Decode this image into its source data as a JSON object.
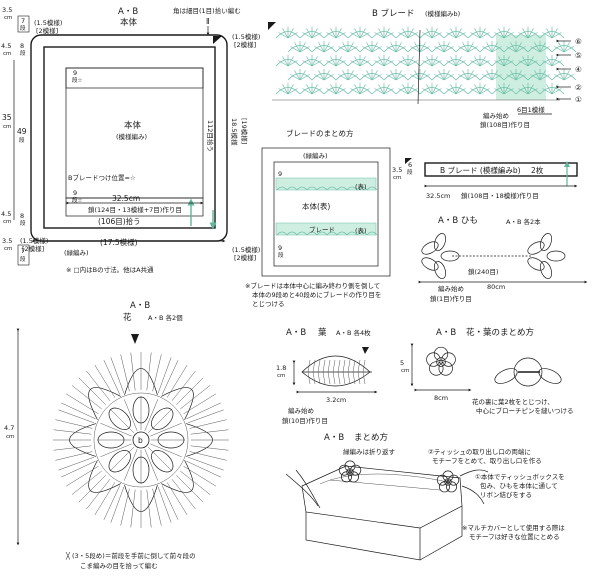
{
  "panel": {
    "title": "A・B",
    "subtitle": "本体",
    "corner_note": "角は細目(1目)拾い編む",
    "corner_mark": "Ⅱ",
    "dim_35": "3.5",
    "dim_35_unit": "cm",
    "dim_45": "4.5",
    "dim_45_unit": "cm",
    "dim_35b": "35",
    "dim_35b_unit": "cm",
    "rows_7": "7",
    "rows_7b": "段",
    "rows_8": "8",
    "rows_8b": "段",
    "rows_49": "49",
    "rows_49b": "段",
    "rows_9": "9",
    "rows_9b": "段",
    "rows_9star": "段☆",
    "pat_15": "(1.5模様)",
    "pat_2": "[2模様]",
    "body_label": "本体",
    "body_pattern": "(模様編み)",
    "braid_pos": "Bブレードつけ位置=☆",
    "width": "32.5cm",
    "chain": "鎖(124目・13模様+7目)作り目",
    "pick106": "(106目)拾う",
    "pick175": "(17.5模様)",
    "pick112": "112目拾う",
    "pat_185": "18.5模様",
    "pat_19": "[19模様]",
    "edge": "(緑編み)",
    "legend": "※ □内はBの寸法。他はA共通"
  },
  "braid": {
    "title": "B ブレード",
    "pattern": "(模様編みb)",
    "rows": [
      "⑥",
      "⑤",
      "④",
      "②",
      "①"
    ],
    "start": "6目1模様",
    "start2": "編み始め",
    "chain": "鎖(108目)作り目"
  },
  "assembly": {
    "title": "ブレードのまとめ方",
    "edge": "(緑編み)",
    "rows_9": "9",
    "rows_9b": "段",
    "front": "(表)",
    "body_front": "本体(表)",
    "braid": "ブレード",
    "note1": "※ブレードは本体中心に編み終わり側を倒して",
    "note2": "本体の9段めと40段めにブレードの作り目を",
    "note3": "とじつける"
  },
  "strip": {
    "dim": "3.5",
    "dim_unit": "cm",
    "rows": "6",
    "rows_b": "段",
    "label": "B ブレード (模様編みb)",
    "count": "2枚",
    "length": "32.5cm",
    "chain": "鎖(108目・18模様)作り目"
  },
  "cord": {
    "title": "A・B ひも",
    "count": "A・B 各2本",
    "chain": "鎖(240目)",
    "start": "編み始め",
    "start_chain": "鎖(1目)作り目",
    "length": "80cm"
  },
  "flower": {
    "title": "A・B",
    "subtitle": "花",
    "count": "A・B 各2個",
    "dim": "4.7",
    "dim_unit": "cm",
    "center": "b",
    "note1": "╳ (3・5段め)＝前段を手前に倒して前々段の",
    "note2": "こま編みの目を拾って編む"
  },
  "leaf": {
    "title": "A・B",
    "title_b": "葉",
    "count": "A・B 各4枚",
    "height": "1.8",
    "height_unit": "cm",
    "width": "3.2cm",
    "start": "編み始め",
    "chain": "鎖(10目)作り目"
  },
  "flower_leaf": {
    "title": "A・B",
    "title_b": "花・葉のまとめ方",
    "height": "5",
    "height_unit": "cm",
    "width": "8cm",
    "note1": "花の裏に葉2枚をとじつけ、",
    "note2": "中心にブローチピンを縫いつける"
  },
  "finish": {
    "title": "A・B",
    "title_b": "まとめ方",
    "edge_fold": "緑編みは折り返す",
    "note1": "②ティッシュの取り出し口の両端に",
    "note2": "モチーフをとめて、取り出し口を作る",
    "note3": "①本体でティッシュボックスを",
    "note4": "包み、ひもを本体に通して",
    "note5": "リボン結びをする",
    "note6": "※マルチカバーとして使用する際は",
    "note7": "モチーフは好きな位置にとめる"
  },
  "colors": {
    "line": "#1a1a1a",
    "teal": "#6cbfa7",
    "teal_fill": "#cfeee2"
  }
}
